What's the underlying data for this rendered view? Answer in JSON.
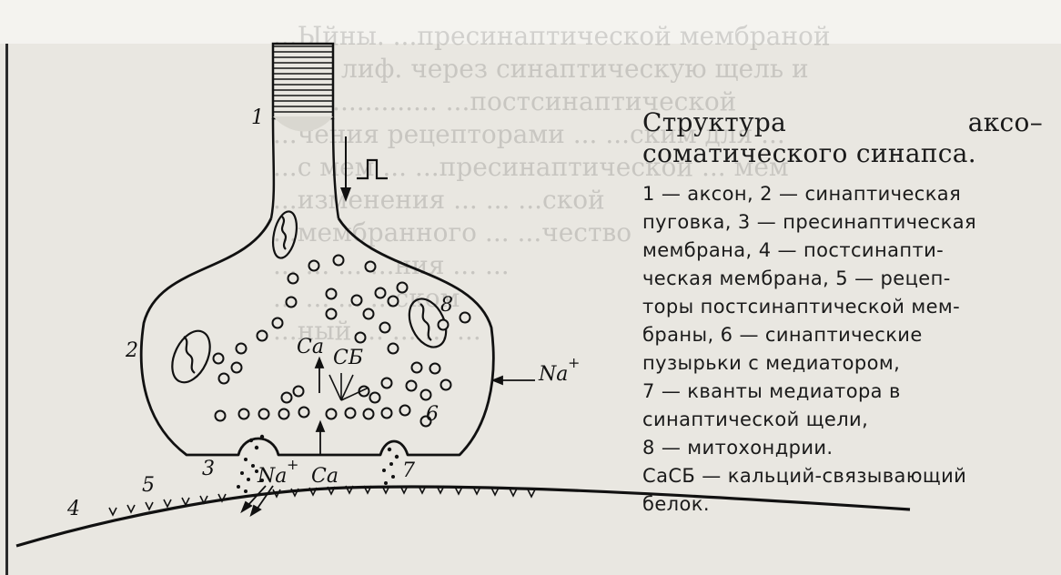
{
  "caption": {
    "title": "Структура аксо–соматического синапса.",
    "lines": [
      "1 — аксон, 2 — синаптическая",
      "пуговка, 3 — пресинаптическая",
      "мембрана, 4 — постсинапти-",
      "ческая мембрана, 5 — рецеп-",
      "торы постсинаптической мем-",
      "браны, 6 — синаптические",
      "пузырьки с медиатором,",
      "7 — кванты медиатора в",
      "синаптической щели,",
      "8 — митохондрии.",
      "СаСБ — кальций-связывающий",
      "белок."
    ]
  },
  "diagram": {
    "labels": {
      "n1": "1",
      "n2": "2",
      "n3": "3",
      "n4": "4",
      "n5": "5",
      "n6": "6",
      "n7": "7",
      "n8": "8",
      "ca_upper": "Ca",
      "csb": "СБ",
      "na_upper": "Na",
      "na_upper_sup": "+",
      "na_lower": "Na",
      "na_lower_sup": "+",
      "ca_lower": "Ca"
    }
  },
  "bleed_text": [
    "...Ыйны.      ...пресинаптической мембраной",
    "гоpa  лиф.      через синаптическую щель и",
    "ме ...............  ...постсинаптической",
    "...чения  рецепторами ...  ...ским для ...",
    "...с мем ... ...пресинаптической ... мем",
    "...изменения ...  ... ...ской",
    "...мембранного ... ...чество",
    "... ... ... ...ния ... ...",
    "... ... ... ...ском",
    "...ный ... ... ... ..."
  ]
}
